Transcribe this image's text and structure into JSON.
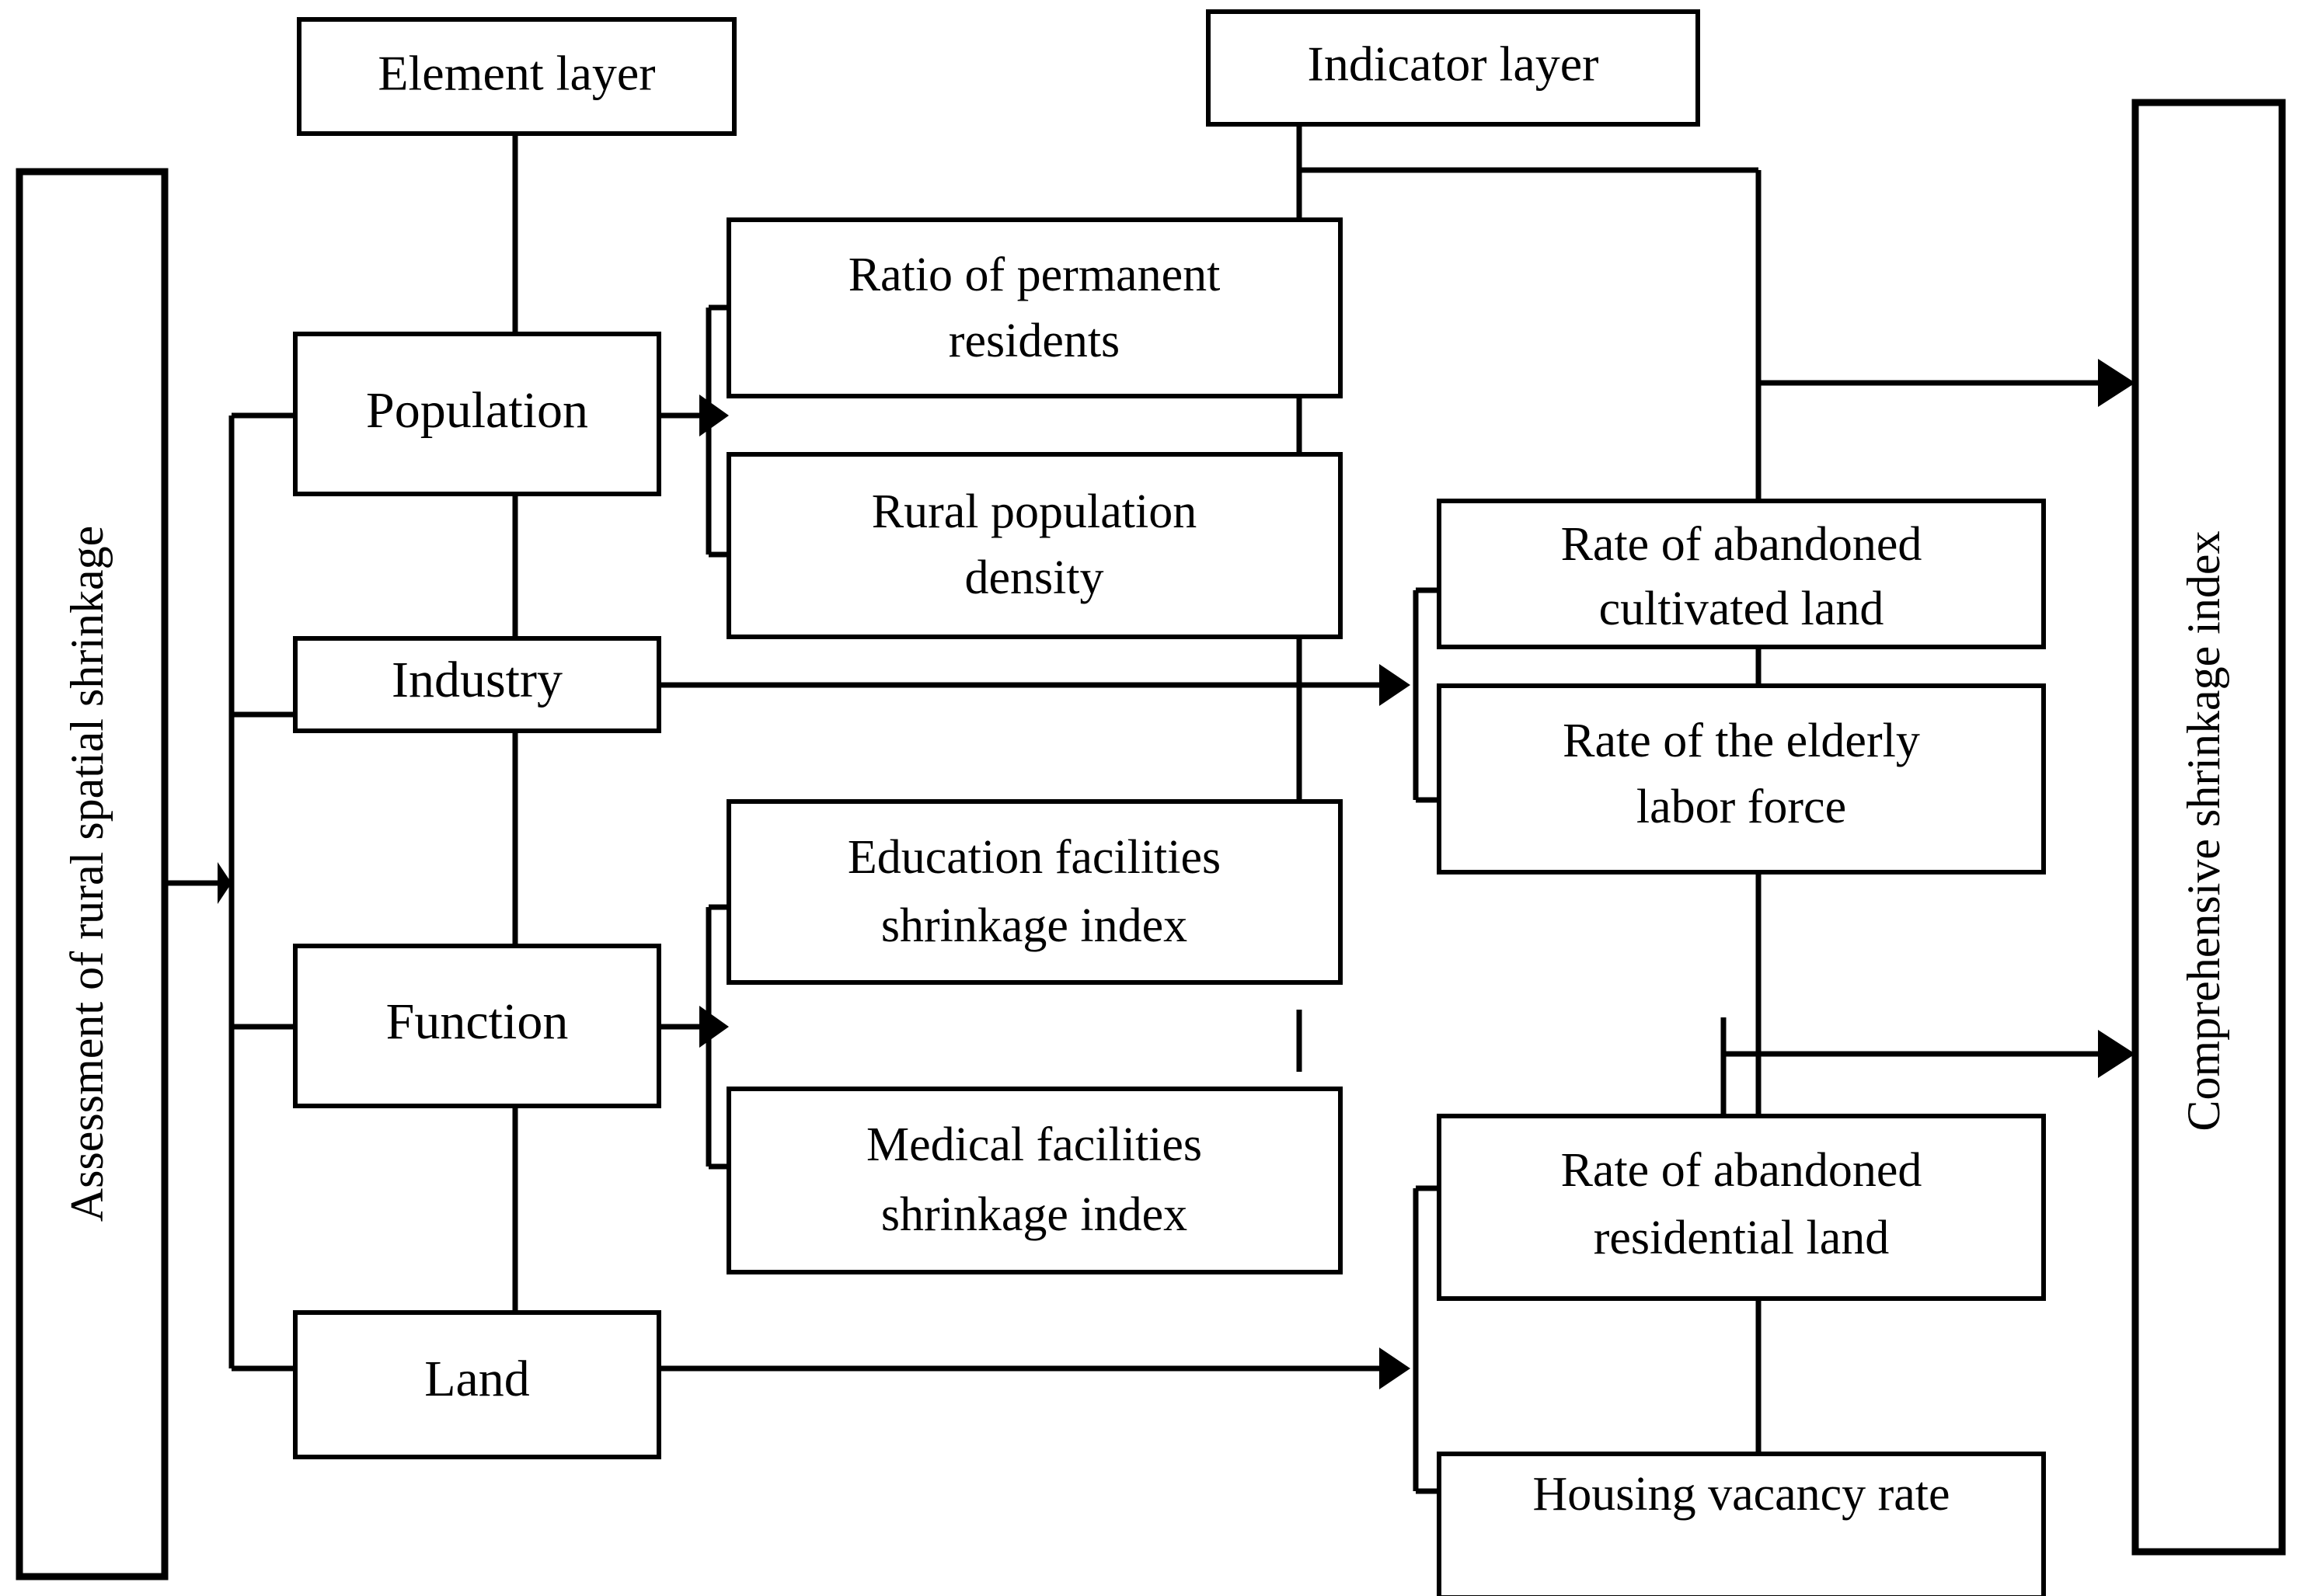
{
  "diagram": {
    "title_boxes": [
      {
        "id": "element-layer",
        "label": "Element layer"
      },
      {
        "id": "indicator-layer",
        "label": "Indicator layer"
      }
    ],
    "source_box": {
      "id": "assessment",
      "label": "Assessment of rural spatial shrinkage"
    },
    "target_box": {
      "id": "comprehensive-index",
      "label": "Comprehensive shrinkage index"
    },
    "element_boxes": [
      {
        "id": "population",
        "label": "Population"
      },
      {
        "id": "industry",
        "label": "Industry"
      },
      {
        "id": "function",
        "label": "Function"
      },
      {
        "id": "land",
        "label": "Land"
      }
    ],
    "indicator_boxes": [
      {
        "id": "ratio-permanent-residents",
        "line1": "Ratio of permanent",
        "line2": "residents"
      },
      {
        "id": "rural-population-density",
        "line1": "Rural population",
        "line2": "density"
      },
      {
        "id": "education-facilities-shrinkage-index",
        "line1": "Education facilities",
        "line2": "shrinkage index"
      },
      {
        "id": "medical-facilities-shrinkage-index",
        "line1": "Medical facilities",
        "line2": "shrinkage index"
      },
      {
        "id": "rate-abandoned-cultivated-land",
        "line1": "Rate of abandoned",
        "line2": "cultivated land"
      },
      {
        "id": "rate-elderly-labor-force",
        "line1": "Rate of the elderly",
        "line2": "labor force"
      },
      {
        "id": "rate-abandoned-residential-land",
        "line1": "Rate of abandoned",
        "line2": "residential land"
      },
      {
        "id": "housing-vacancy-rate",
        "line1": "Housing vacancy rate",
        "line2": ""
      }
    ],
    "colors": {
      "stroke": "#000000",
      "fill": "#ffffff",
      "text": "#000000"
    }
  }
}
